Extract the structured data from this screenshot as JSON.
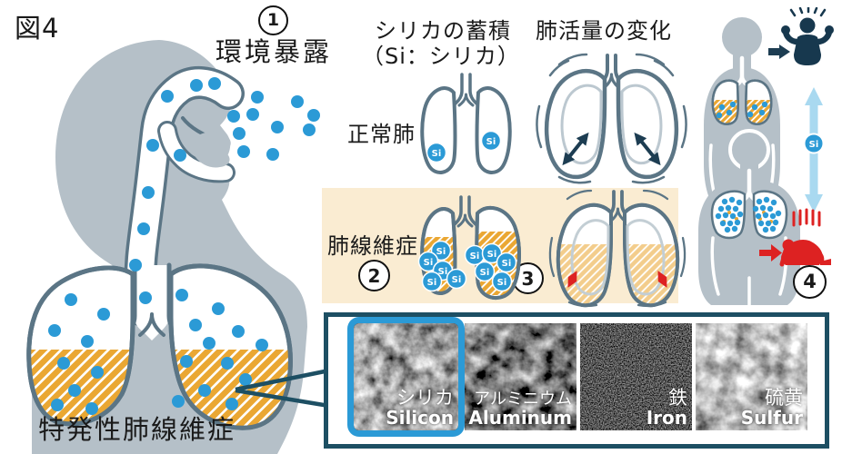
{
  "figure_label": "図4",
  "steps": {
    "s1": "1",
    "s2": "2",
    "s3": "3",
    "s4": "4"
  },
  "exposure_label": "環境暴露",
  "middle": {
    "silica_title": "シリカの蓄積",
    "silica_subtitle": "（Si：シリカ）",
    "capacity_title": "肺活量の変化",
    "normal_label": "正常肺",
    "fibrosis_label": "肺線維症"
  },
  "si_label": "Si",
  "diagnosis_label": "特発性肺線維症",
  "panel": {
    "tiles": [
      {
        "jp": "シリカ",
        "en": "Silicon",
        "highlighted": true
      },
      {
        "jp": "アルミニウム",
        "en": "Aluminum",
        "highlighted": false
      },
      {
        "jp": "鉄",
        "en": "Iron",
        "highlighted": false
      },
      {
        "jp": "硫黄",
        "en": "Sulfur",
        "highlighted": false
      }
    ]
  },
  "colors": {
    "body_gray": "#b5c0c8",
    "outline_slate": "#5b7585",
    "particle_blue": "#2b9ad6",
    "fibrosis_orange": "#eaa733",
    "pale_orange": "#f3cd8c",
    "cream_bg": "#faecd2",
    "navy": "#1d3d52",
    "alert_red": "#dd2222",
    "panel_border": "#1d4f63",
    "light_blue_arrow": "#a9d9f0"
  }
}
